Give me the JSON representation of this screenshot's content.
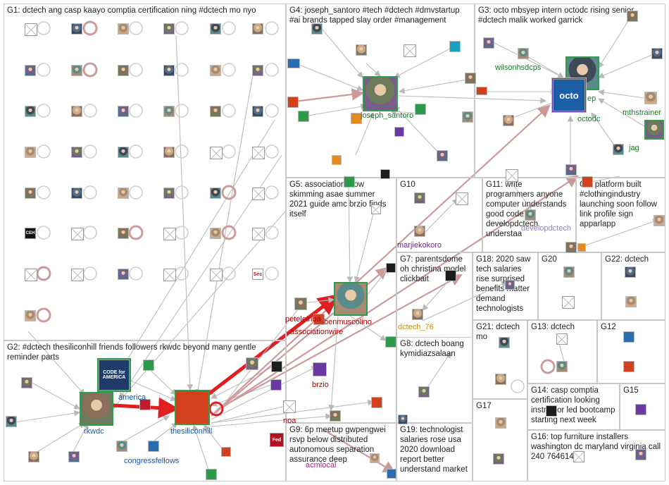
{
  "colors": {
    "edge": "#bcbcbc",
    "edge_strong": "#cc9a9a",
    "edge_red": "#e02020",
    "label_green": "#1a7a2a",
    "label_blue": "#1a55b0",
    "label_red": "#b00000",
    "label_purple": "#6a2a8a",
    "label_orange": "#d08a00",
    "label_magenta": "#b0208a",
    "group_border": "#c8c8c8"
  },
  "groups": [
    {
      "id": "g1",
      "title": "G1: dctech ang casp kaayo comptia certification ning #dctech mo nyo"
    },
    {
      "id": "g2",
      "title": "G2: #dctech thesiliconhill friends followers rkwdc beyond many gentle reminder parts"
    },
    {
      "id": "g3",
      "title": "G3: octo mbsyep intern octodc rising senior #dctech malik worked garrick"
    },
    {
      "id": "g4",
      "title": "G4: joseph_santoro #tech #dctech #dmvstartup #ai brands tapped slay order #management"
    },
    {
      "id": "g5",
      "title": "G5: associationsnow skimming asae summer 2021 guide amc brzio finds itself"
    },
    {
      "id": "g6",
      "title": "G6: platform built #clothingindustry launching soon follow link profile sign apparlapp"
    },
    {
      "id": "g7",
      "title": "G7: parentsdome oh christina model clickbait"
    },
    {
      "id": "g8",
      "title": "G8: dctech boang kymidiazsalaan"
    },
    {
      "id": "g9",
      "title": "G9: 6p meetup gwpengwei rsvp below distributed autonomous separation assurance deep"
    },
    {
      "id": "g10",
      "title": "G10"
    },
    {
      "id": "g11",
      "title": "G11: write programmers anyone computer understands good code developdctech understaa"
    },
    {
      "id": "g12",
      "title": "G12"
    },
    {
      "id": "g13",
      "title": "G13: dctech"
    },
    {
      "id": "g14",
      "title": "G14: casp comptia certification looking instructor led bootcamp starting next week"
    },
    {
      "id": "g15",
      "title": "G15"
    },
    {
      "id": "g16",
      "title": "G16: top furniture installers washington dc maryland virginia call 240 7646143"
    },
    {
      "id": "g17",
      "title": "G17"
    },
    {
      "id": "g18",
      "title": "G18: 2020 saw tech salaries rise surprised benefits matter demand technologists"
    },
    {
      "id": "g19",
      "title": "G19: technologist salaries rose usa 2020 download report better understand market"
    },
    {
      "id": "g20",
      "title": "G20"
    },
    {
      "id": "g21",
      "title": "G21: dctech mo"
    },
    {
      "id": "g22",
      "title": "G22: dctech"
    }
  ],
  "labels": [
    {
      "id": "joseph_santoro",
      "text": "joseph_santoro",
      "color": "#1a7a2a"
    },
    {
      "id": "wilsonhsdcps",
      "text": "wilsonhsdcps",
      "color": "#1a7a2a"
    },
    {
      "id": "octodc",
      "text": "octodc",
      "color": "#1a7a2a"
    },
    {
      "id": "mthstrainer",
      "text": "mthstrainer",
      "color": "#1a7a2a"
    },
    {
      "id": "jag",
      "text": "jag",
      "color": "#1a7a2a"
    },
    {
      "id": "ep",
      "text": "ep",
      "color": "#1a7a2a"
    },
    {
      "id": "rkwdc",
      "text": "rkwdc",
      "color": "#1a55b0"
    },
    {
      "id": "america",
      "text": "america",
      "color": "#1a55b0"
    },
    {
      "id": "thesiliconhill",
      "text": "thesiliconhill",
      "color": "#1a55b0"
    },
    {
      "id": "congressfellows",
      "text": "congressfellows",
      "color": "#1a55b0"
    },
    {
      "id": "peteleinba",
      "text": "peteleinba",
      "color": "#b00000"
    },
    {
      "id": "benmuscolino",
      "text": "benmuscolino",
      "color": "#b00000"
    },
    {
      "id": "associationwire",
      "text": "associationwire",
      "color": "#b00000"
    },
    {
      "id": "brzio",
      "text": "brzio",
      "color": "#b00000"
    },
    {
      "id": "noa",
      "text": "noa",
      "color": "#b00000"
    },
    {
      "id": "marjiekokoro",
      "text": "marjiekokoro",
      "color": "#6a2a8a"
    },
    {
      "id": "developdctech",
      "text": "developdctech",
      "color": "#9a7acb"
    },
    {
      "id": "dctech_76",
      "text": "dctech_76",
      "color": "#d08a00"
    },
    {
      "id": "acmlocal",
      "text": "acmlocal",
      "color": "#b0208a"
    }
  ],
  "node_images": [
    {
      "id": "code-for-america-logo",
      "text": "CODE for AMERICA"
    },
    {
      "id": "octo-logo",
      "text": "octo"
    },
    {
      "id": "sec-logo",
      "text": "Sec"
    },
    {
      "id": "ceh-logo",
      "text": "CEH"
    },
    {
      "id": "fed-logo",
      "text": "Fed"
    }
  ]
}
